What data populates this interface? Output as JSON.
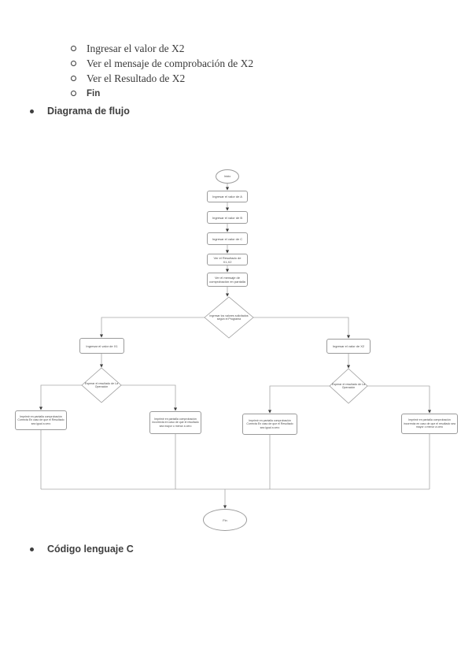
{
  "document": {
    "sublist_items": [
      "Ingresar el valor de X2",
      "Ver el mensaje de comprobación de X2",
      "Ver el Resultado de X2",
      "Fin"
    ],
    "section_diagram_label": "Diagrama de flujo",
    "section_code_label": "Código lenguaje C"
  },
  "flowchart": {
    "start": "Inicio",
    "input_a": "Ingresar el valor de A",
    "input_b": "Ingresar el valor de B",
    "input_c": "Ingresar el valor de C",
    "view_result": "Ver el Resultado de X1,X2",
    "view_message": "Ver el mensaje de comprobación en pantalla",
    "decision_main": "Ingresar los valores solicitados según el Programa",
    "input_x1": "Ingresar el valor de X1",
    "decision_x1": "Esperar el resultado de La Operación",
    "print_correct_x1": "Imprimir en pantalla comprobación Correcta En caso de que el Resultado sea igual a cero",
    "print_incorrect_x1": "Imprimir en pantalla comprobación incorrecta en caso de que el resultado sea mayor o menor a cero",
    "input_x2": "Ingresar el valor de X2",
    "decision_x2": "Esperar el resultado de La Operación",
    "print_correct_x2": "Imprimir en pantalla comprobación Correcta En caso de que el Resultado sea igual a cero",
    "print_incorrect_x2": "Imprimir en pantalla comprobación incorrecta en caso de que el resultado sea mayor o menor a cero",
    "end": "Fin"
  },
  "colors": {
    "connector": "#a6a6a6",
    "node_border": "#9b9b9b",
    "arrow": "#3d3d3d",
    "body_text": "#3a3a3a",
    "heading_text": "#3f3f3f"
  }
}
